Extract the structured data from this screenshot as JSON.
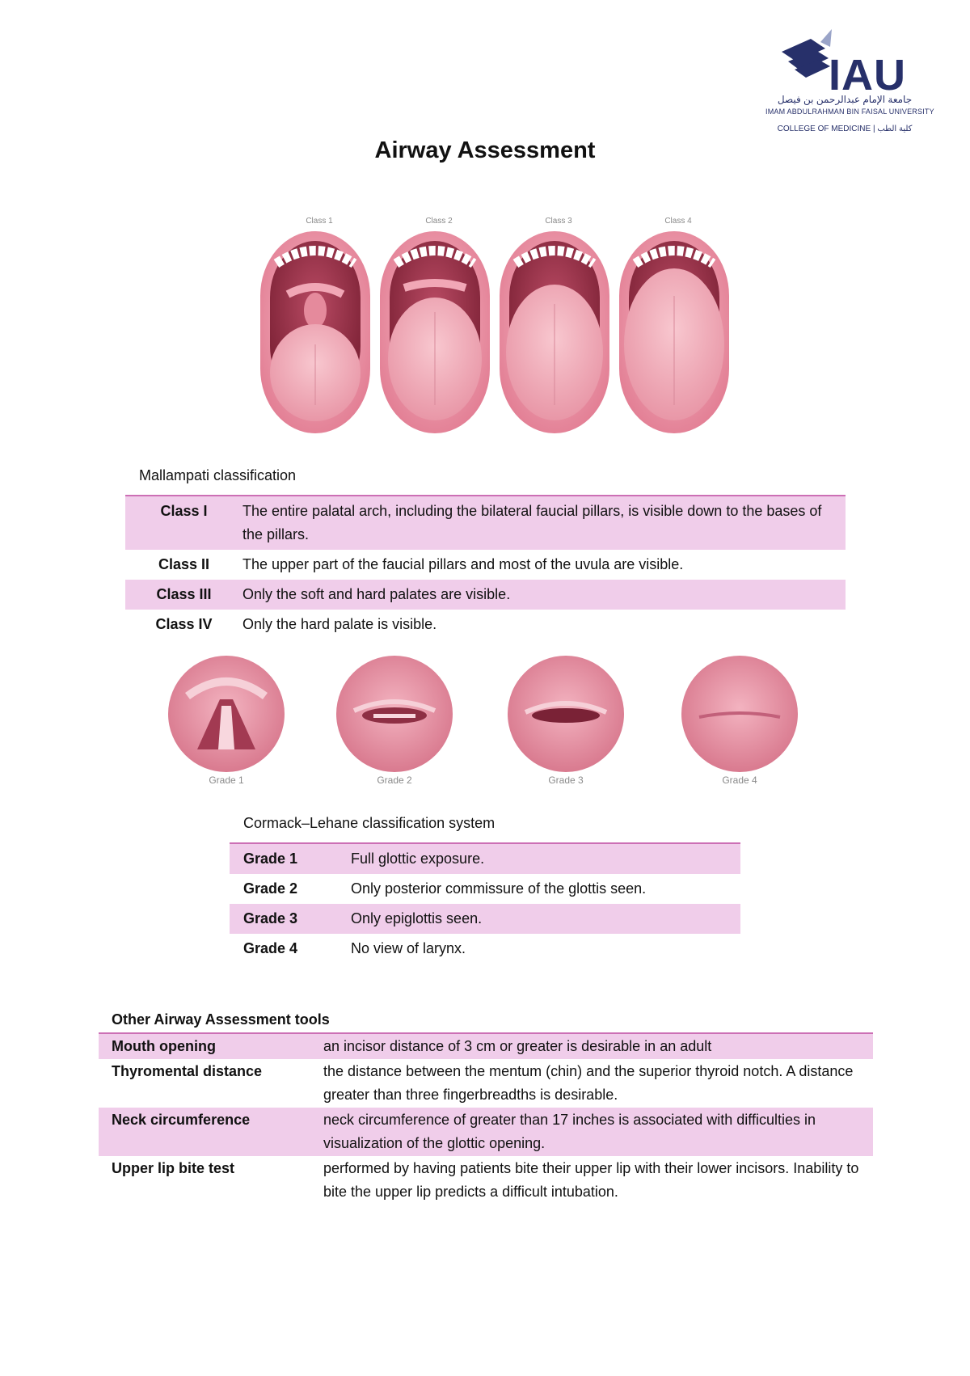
{
  "logo": {
    "abbr": "IAU",
    "arabic_name": "جامعة الإمام عبدالرحمن بن فيصل",
    "english_name": "IMAM ABDULRAHMAN BIN FAISAL UNIVERSITY",
    "college": "COLLEGE OF MEDICINE | كلية الطب"
  },
  "title": "Airway Assessment",
  "mallampati_figure": {
    "labels": [
      "Class 1",
      "Class 2",
      "Class 3",
      "Class 4"
    ]
  },
  "mallampati": {
    "caption": "Mallampati classification",
    "rows": [
      {
        "key": "Class I",
        "desc": "The entire palatal arch, including the bilateral faucial pillars, is visible down to the bases of the pillars."
      },
      {
        "key": "Class II",
        "desc": "The upper part of the faucial pillars and most of the uvula are visible."
      },
      {
        "key": "Class III",
        "desc": "Only the soft and hard palates are visible."
      },
      {
        "key": "Class IV",
        "desc": "Only the hard palate is visible."
      }
    ]
  },
  "cl_figure": {
    "labels": [
      "Grade 1",
      "Grade 2",
      "Grade 3",
      "Grade 4"
    ]
  },
  "cormack": {
    "caption": "Cormack–Lehane classification system",
    "rows": [
      {
        "key": "Grade 1",
        "desc": "Full glottic exposure."
      },
      {
        "key": "Grade 2",
        "desc": "Only posterior commissure of the glottis seen."
      },
      {
        "key": "Grade 3",
        "desc": "Only epiglottis seen."
      },
      {
        "key": "Grade 4",
        "desc": "No view of larynx."
      }
    ]
  },
  "other_tools": {
    "caption": "Other Airway Assessment tools",
    "rows": [
      {
        "key": "Mouth opening",
        "desc": "an incisor distance of 3 cm or greater is desirable in an adult"
      },
      {
        "key": "Thyromental distance",
        "desc": "the distance between the mentum (chin) and the superior thyroid notch. A distance greater than three fingerbreadths is desirable."
      },
      {
        "key": "Neck circumference",
        "desc": "neck circumference of greater than 17 inches is associated with difficulties in visualization of the glottic opening."
      },
      {
        "key": "Upper lip bite test",
        "desc": "performed by having patients bite their upper lip with their lower incisors. Inability to bite the upper lip predicts a difficult intubation."
      }
    ]
  },
  "colors": {
    "row_shade": "#f0cdea",
    "row_rule": "#cc6fb5",
    "logo_navy": "#27306a"
  }
}
